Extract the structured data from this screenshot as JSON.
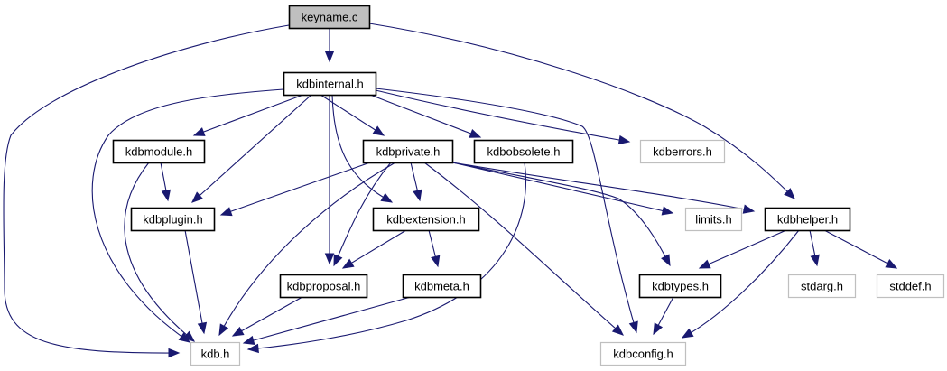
{
  "diagram": {
    "title": "keyname.c",
    "type": "include-dependency-graph",
    "colors": {
      "edge": "#191970",
      "root_fill": "#bfbfbf",
      "root_border": "#000000",
      "documented_border": "#000000",
      "undocumented_border": "#bfbfbf",
      "node_fill": "#ffffff"
    },
    "nodes": [
      {
        "id": "keyname_c",
        "label": "keyname.c",
        "kind": "root"
      },
      {
        "id": "kdbinternal_h",
        "label": "kdbinternal.h",
        "kind": "documented"
      },
      {
        "id": "kdbmodule_h",
        "label": "kdbmodule.h",
        "kind": "documented"
      },
      {
        "id": "kdbprivate_h",
        "label": "kdbprivate.h",
        "kind": "documented"
      },
      {
        "id": "kdbobsolete_h",
        "label": "kdbobsolete.h",
        "kind": "documented"
      },
      {
        "id": "kdberrors_h",
        "label": "kdberrors.h",
        "kind": "external"
      },
      {
        "id": "kdbplugin_h",
        "label": "kdbplugin.h",
        "kind": "documented"
      },
      {
        "id": "kdbextension_h",
        "label": "kdbextension.h",
        "kind": "documented"
      },
      {
        "id": "limits_h",
        "label": "limits.h",
        "kind": "external"
      },
      {
        "id": "kdbhelper_h",
        "label": "kdbhelper.h",
        "kind": "documented"
      },
      {
        "id": "kdbproposal_h",
        "label": "kdbproposal.h",
        "kind": "documented"
      },
      {
        "id": "kdbmeta_h",
        "label": "kdbmeta.h",
        "kind": "documented"
      },
      {
        "id": "kdbtypes_h",
        "label": "kdbtypes.h",
        "kind": "documented"
      },
      {
        "id": "stdarg_h",
        "label": "stdarg.h",
        "kind": "external"
      },
      {
        "id": "stddef_h",
        "label": "stddef.h",
        "kind": "external"
      },
      {
        "id": "kdb_h",
        "label": "kdb.h",
        "kind": "external"
      },
      {
        "id": "kdbconfig_h",
        "label": "kdbconfig.h",
        "kind": "external"
      }
    ],
    "edges": [
      {
        "from": "keyname_c",
        "to": "kdbinternal_h"
      },
      {
        "from": "keyname_c",
        "to": "kdb_h"
      },
      {
        "from": "keyname_c",
        "to": "kdbhelper_h"
      },
      {
        "from": "kdbinternal_h",
        "to": "kdbmodule_h"
      },
      {
        "from": "kdbinternal_h",
        "to": "kdbplugin_h"
      },
      {
        "from": "kdbinternal_h",
        "to": "kdb_h"
      },
      {
        "from": "kdbinternal_h",
        "to": "kdbprivate_h"
      },
      {
        "from": "kdbinternal_h",
        "to": "kdbobsolete_h"
      },
      {
        "from": "kdbinternal_h",
        "to": "kdberrors_h"
      },
      {
        "from": "kdbinternal_h",
        "to": "kdbproposal_h"
      },
      {
        "from": "kdbinternal_h",
        "to": "kdbextension_h"
      },
      {
        "from": "kdbinternal_h",
        "to": "kdbconfig_h"
      },
      {
        "from": "kdbmodule_h",
        "to": "kdbplugin_h"
      },
      {
        "from": "kdbmodule_h",
        "to": "kdb_h"
      },
      {
        "from": "kdbplugin_h",
        "to": "kdb_h"
      },
      {
        "from": "kdbprivate_h",
        "to": "kdbplugin_h"
      },
      {
        "from": "kdbprivate_h",
        "to": "kdbextension_h"
      },
      {
        "from": "kdbprivate_h",
        "to": "kdbproposal_h"
      },
      {
        "from": "kdbprivate_h",
        "to": "kdb_h"
      },
      {
        "from": "kdbprivate_h",
        "to": "limits_h"
      },
      {
        "from": "kdbprivate_h",
        "to": "kdbhelper_h"
      },
      {
        "from": "kdbprivate_h",
        "to": "kdbtypes_h"
      },
      {
        "from": "kdbprivate_h",
        "to": "kdbconfig_h"
      },
      {
        "from": "kdbobsolete_h",
        "to": "kdb_h"
      },
      {
        "from": "kdbextension_h",
        "to": "kdbproposal_h"
      },
      {
        "from": "kdbextension_h",
        "to": "kdbmeta_h"
      },
      {
        "from": "kdbproposal_h",
        "to": "kdb_h"
      },
      {
        "from": "kdbmeta_h",
        "to": "kdb_h"
      },
      {
        "from": "kdbhelper_h",
        "to": "kdbtypes_h"
      },
      {
        "from": "kdbhelper_h",
        "to": "stdarg_h"
      },
      {
        "from": "kdbhelper_h",
        "to": "stddef_h"
      },
      {
        "from": "kdbhelper_h",
        "to": "kdbconfig_h"
      },
      {
        "from": "kdbtypes_h",
        "to": "kdbconfig_h"
      }
    ]
  }
}
